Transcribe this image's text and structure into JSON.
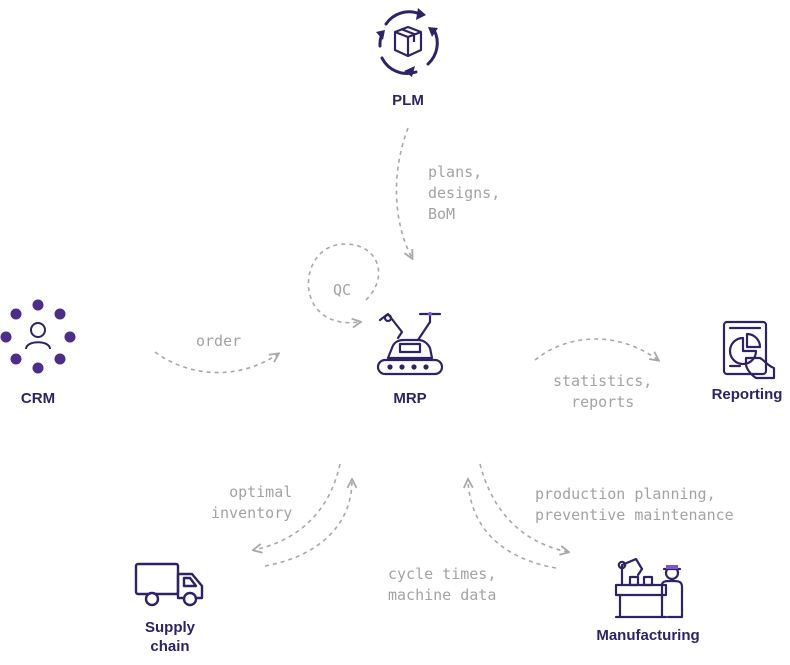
{
  "nodes": {
    "plm": {
      "label": "PLM"
    },
    "crm": {
      "label": "CRM"
    },
    "mrp": {
      "label": "MRP"
    },
    "reporting": {
      "label": "Reporting"
    },
    "supply_chain": {
      "label": "Supply\nchain"
    },
    "manufacturing": {
      "label": "Manufacturing"
    }
  },
  "edges": {
    "plm_to_mrp": "plans,\ndesigns,\nBoM",
    "qc": "QC",
    "crm_to_mrp": "order",
    "mrp_to_reporting": "statistics,\nreports",
    "mrp_supply": "optimal\ninventory",
    "mrp_manufacturing": "production planning,\npreventive maintenance",
    "manufacturing_to_mrp": "cycle times,\nmachine data"
  },
  "colors": {
    "icon_primary": "#2e2367",
    "icon_accent": "#5b3fa8",
    "arrow": "#a8a8a8",
    "edge_text": "#a3a3a3"
  },
  "icons": [
    "cycle-box-icon",
    "people-circle-icon",
    "robot-assembly-icon",
    "tablet-chart-icon",
    "truck-icon",
    "factory-worker-icon"
  ]
}
